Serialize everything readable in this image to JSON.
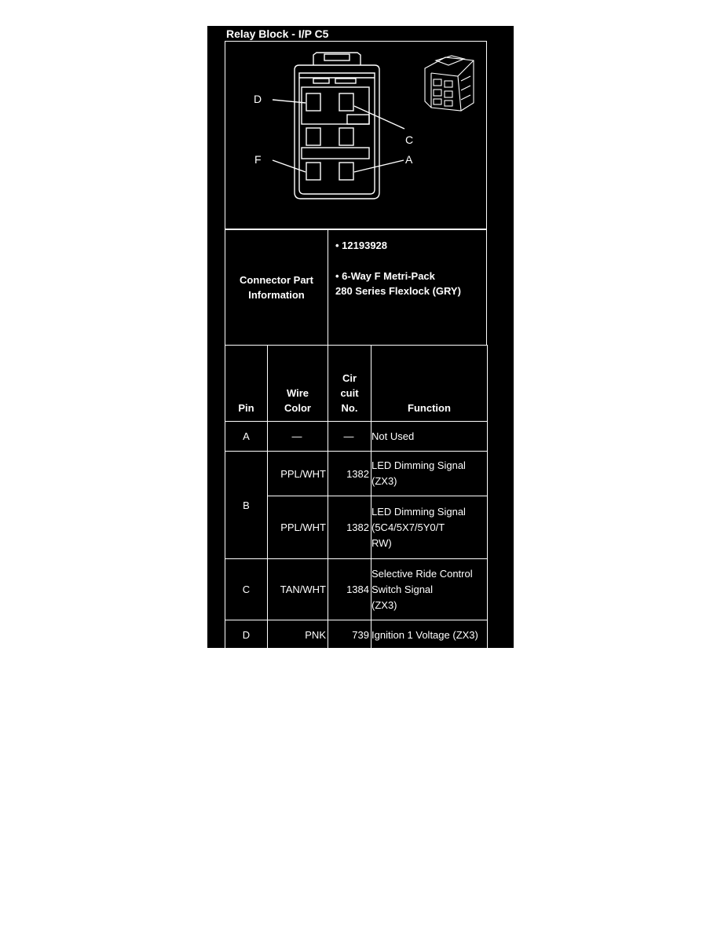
{
  "title": "Relay Block - I/P C5",
  "diagram": {
    "pin_labels": [
      "D",
      "C",
      "F",
      "A"
    ]
  },
  "connector_info": {
    "label": "Connector Part Information",
    "items": [
      "•   12193928",
      "•   6-Way F Metri-Pack\n280 Series Flexlock (GRY)"
    ]
  },
  "table": {
    "headers": {
      "pin": "Pin",
      "wire_color": "Wire\nColor",
      "circuit": "Cir\ncuit\nNo.",
      "function": "Function"
    },
    "rows": [
      {
        "pin": "A",
        "wire_color": "—",
        "circuit": "—",
        "function": "Not Used"
      },
      {
        "pin": "B",
        "wire_color": "PPL/WHT",
        "circuit": "1382",
        "function": "LED Dimming Signal\n   (ZX3)"
      },
      {
        "wire_color": "PPL/WHT",
        "circuit": "1382",
        "function": "LED Dimming Signal\n   (5C4/5X7/5Y0/T\n   RW)"
      },
      {
        "pin": "C",
        "wire_color": "TAN/WHT",
        "circuit": "1384",
        "function": "Selective Ride Control\n   Switch Signal\n   (ZX3)"
      },
      {
        "pin": "D",
        "wire_color": "PNK",
        "circuit": "739",
        "function": "Ignition 1 Voltage (ZX3)"
      }
    ]
  }
}
